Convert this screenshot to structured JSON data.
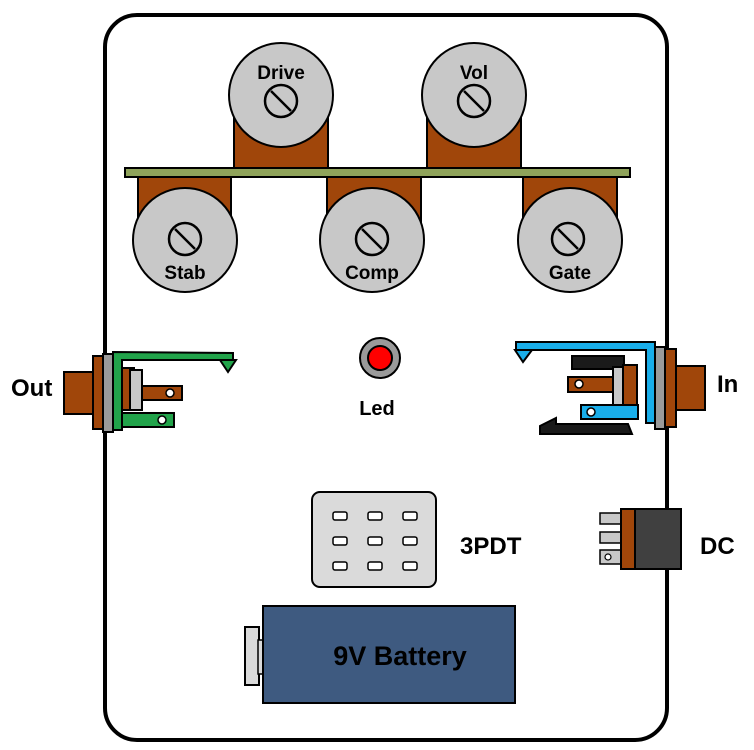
{
  "pots": {
    "drive": "Drive",
    "vol": "Vol",
    "stab": "Stab",
    "comp": "Comp",
    "gate": "Gate"
  },
  "jacks": {
    "out": "Out",
    "in": "In"
  },
  "led": {
    "label": "Led"
  },
  "switch": {
    "label": "3PDT"
  },
  "dc": {
    "label": "DC"
  },
  "battery": {
    "label": "9V Battery"
  },
  "colors": {
    "pot_cap": "#c8c8c8",
    "pot_body": "#a0460a",
    "pcb_strip": "#8fa35a",
    "out_jack": "#21a34a",
    "in_jack": "#19aeea",
    "led": "#ff0000",
    "battery": "#3e5a80",
    "switch_body": "#dadada"
  }
}
